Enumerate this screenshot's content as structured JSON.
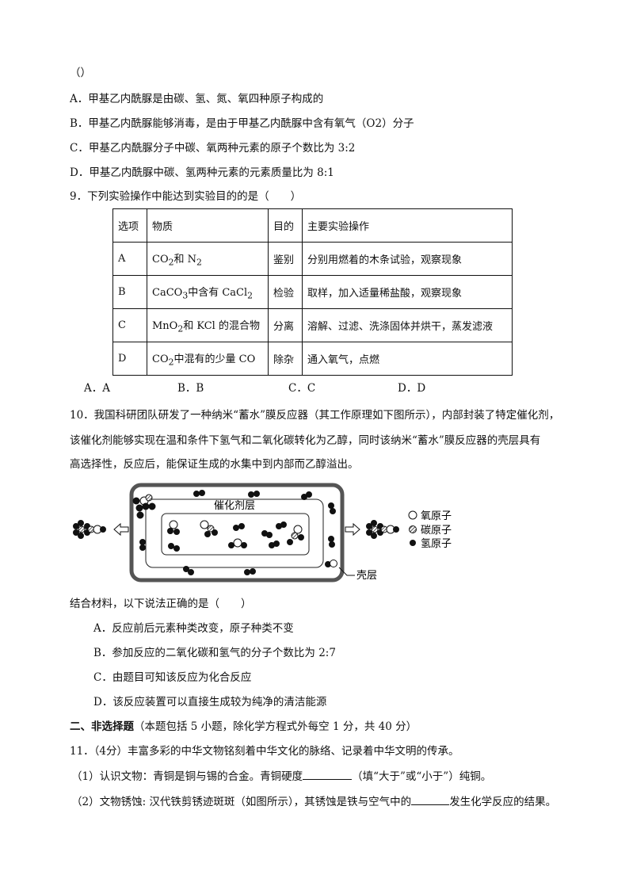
{
  "q8": {
    "paren": "（）",
    "options": [
      "A．甲基乙内酰脲是由碳、氢、氮、氧四种原子构成的",
      "B．甲基乙内酰脲能够消毒，是由于甲基乙内酰脲中含有氧气（O2）分子",
      "C．甲基乙内酰脲分子中碳、氧两种元素的原子个数比为 3:2",
      "D．甲基乙内酰脲中碳、氢两种元素的元素质量比为 8:1"
    ]
  },
  "q9": {
    "stem": "9．下列实验操作中能达到实验目的的是（　　）",
    "table": {
      "headers": [
        "选项",
        "物质",
        "目的",
        "主要实验操作"
      ],
      "rows": [
        {
          "opt": "A",
          "mat_pre": "CO",
          "mat_sub": "2",
          "mat_post": "和 N",
          "mat_sub2": "2",
          "mat_tail": "",
          "purpose": "鉴别",
          "op": "分别用燃着的木条试验，观察现象"
        },
        {
          "opt": "B",
          "mat_pre": "CaCO",
          "mat_sub": "3",
          "mat_post": "中含有 CaCl",
          "mat_sub2": "2",
          "mat_tail": "",
          "purpose": "检验",
          "op": "取样，加入适量稀盐酸，观察现象"
        },
        {
          "opt": "C",
          "mat_pre": "MnO",
          "mat_sub": "2",
          "mat_post": "和 KCl 的混合物",
          "mat_sub2": "",
          "mat_tail": "",
          "purpose": "分离",
          "op": "溶解、过滤、洗涤固体并烘干，蒸发滤液"
        },
        {
          "opt": "D",
          "mat_pre": "CO",
          "mat_sub": "2",
          "mat_post": "中混有的少量 CO",
          "mat_sub2": "",
          "mat_tail": "",
          "purpose": "除杂",
          "op": "通入氧气，点燃"
        }
      ]
    },
    "choices": [
      "A．A",
      "B．B",
      "C．C",
      "D．D"
    ]
  },
  "q10": {
    "stem_lines": [
      "10．我国科研团队研发了一种纳米“蓄水”膜反应器（其工作原理如下图所示），内部封装了特定催化剂，",
      "该催化剂能够实现在温和条件下氢气和二氧化碳转化为乙醇，同时该纳米“蓄水”膜反应器的壳层具有",
      "高选择性，反应后，能保证生成的水集中到内部而乙醇溢出。"
    ],
    "figure": {
      "catalyst_label": "催化剂层",
      "shell_label": "壳层",
      "legend": [
        "氧原子",
        "碳原子",
        "氢原子"
      ]
    },
    "question": "结合材料，以下说法正确的是（　　）",
    "options": [
      "A．反应前后元素种类改变，原子种类不变",
      "B．参加反应的二氧化碳和氢气的分子个数比为 2:7",
      "C．由题目可知该反应为化合反应",
      "D．该反应装置可以直接生成较为纯净的清洁能源"
    ]
  },
  "section2": {
    "title": "二、非选择题",
    "note": "（本题包括 5 小题，除化学方程式外每空 1 分，共 40 分）"
  },
  "q11": {
    "stem": "11．（4分）丰富多彩的中华文物铭刻着中华文化的脉络、记录着中华文明的传承。",
    "p1_pre": "（1）认识文物：青铜是铜与锡的合金。青铜硬度",
    "p1_post": "（填“大于”或“小于”）纯铜。",
    "p2_pre": "（2）文物锈蚀: 汉代铁剪锈迹斑斑（如图所示），其锈蚀是铁与空气中的",
    "p2_post": "发生化学反应的结果。"
  }
}
